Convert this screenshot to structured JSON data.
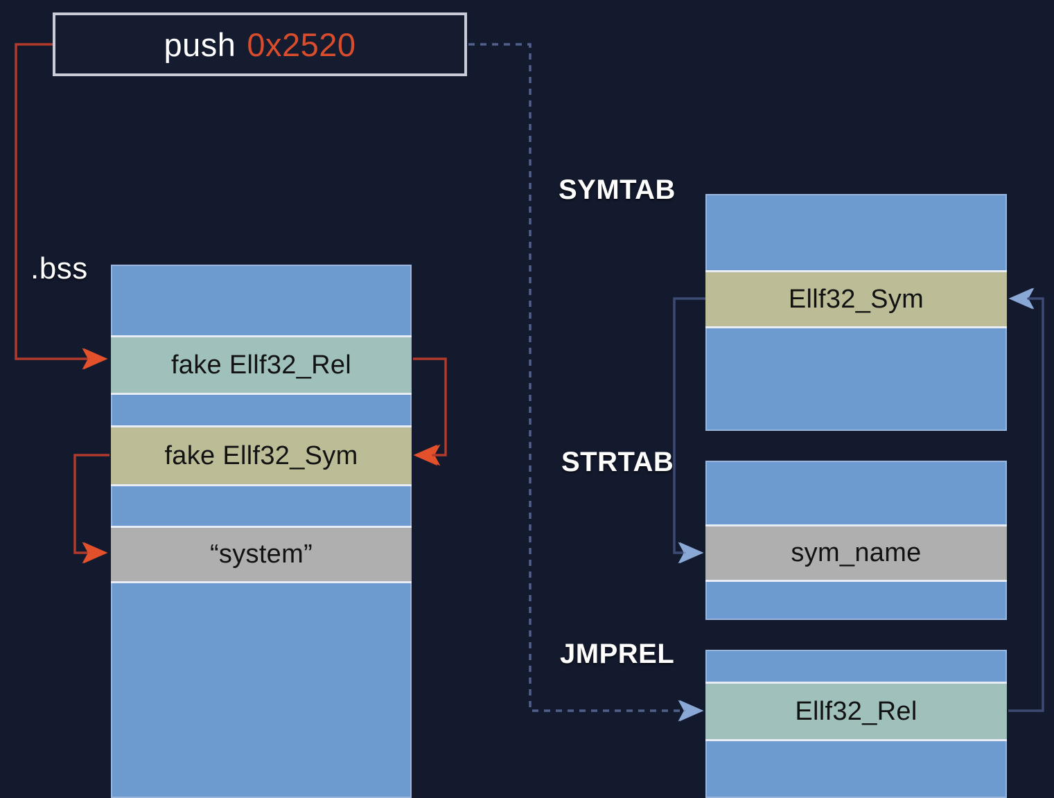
{
  "diagram": {
    "title": "ELF dynamic linker ret2dlresolve memory layout",
    "background_color": "#141a2e"
  },
  "instruction_box": {
    "mnemonic": "push",
    "operand": "0x2520",
    "mnemonic_color": "#ffffff",
    "operand_color": "#d94c2c",
    "border_color": "#c9ccd6"
  },
  "bss": {
    "label": ".bss",
    "fill_color": "#6d9bd0",
    "rows": [
      {
        "text": "fake Ellf32_Rel",
        "color": "#9fc0bb"
      },
      {
        "text": "fake Ellf32_Sym",
        "color": "#bcbd97"
      },
      {
        "text": "“system”",
        "color": "#b0afb0"
      }
    ]
  },
  "symtab": {
    "label": "SYMTAB",
    "fill_color": "#6d9bd0",
    "rows": [
      {
        "text": "Ellf32_Sym",
        "color": "#bcbd97"
      }
    ]
  },
  "strtab": {
    "label": "STRTAB",
    "fill_color": "#6d9bd0",
    "rows": [
      {
        "text": "sym_name",
        "color": "#b0afb0"
      }
    ]
  },
  "jmprel": {
    "label": "JMPREL",
    "fill_color": "#6d9bd0",
    "rows": [
      {
        "text": "Ellf32_Rel",
        "color": "#9fc0bb"
      }
    ]
  },
  "connectors": {
    "red_color": "#b03a2b",
    "red_arrow_color": "#e2512c",
    "blue_color": "#3c4a74",
    "blue_arrow_color": "#7f9fd0",
    "dashed_color": "#52608c"
  }
}
